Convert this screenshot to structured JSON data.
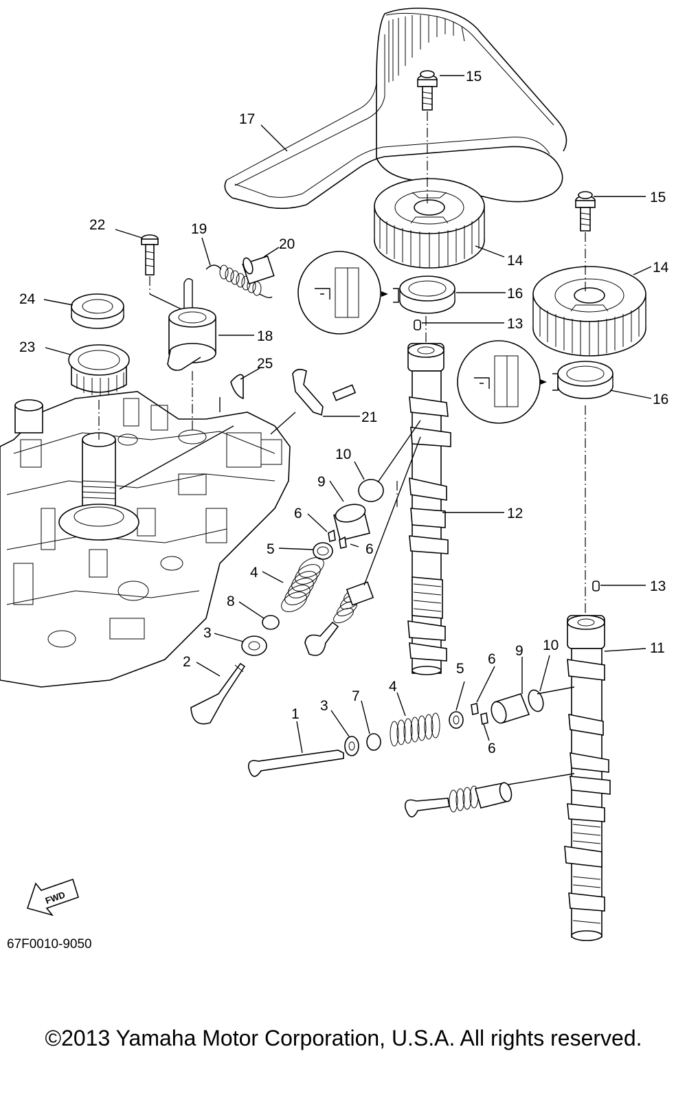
{
  "callouts": {
    "n1": "1",
    "n2": "2",
    "n3a": "3",
    "n3b": "3",
    "n4a": "4",
    "n4b": "4",
    "n5a": "5",
    "n5b": "5",
    "n6a": "6",
    "n6b": "6",
    "n6c": "6",
    "n6d": "6",
    "n7": "7",
    "n8": "8",
    "n9a": "9",
    "n9b": "9",
    "n10a": "10",
    "n10b": "10",
    "n11": "11",
    "n12": "12",
    "n13a": "13",
    "n13b": "13",
    "n14a": "14",
    "n14b": "14",
    "n15a": "15",
    "n15b": "15",
    "n16a": "16",
    "n16b": "16",
    "n17": "17",
    "n18": "18",
    "n19": "19",
    "n20": "20",
    "n21": "21",
    "n22": "22",
    "n23": "23",
    "n24": "24",
    "n25": "25"
  },
  "fwd_label": "FWD",
  "diagram_code": "67F0010-9050",
  "copyright": "©2013 Yamaha Motor Corporation, U.S.A. All rights reserved."
}
